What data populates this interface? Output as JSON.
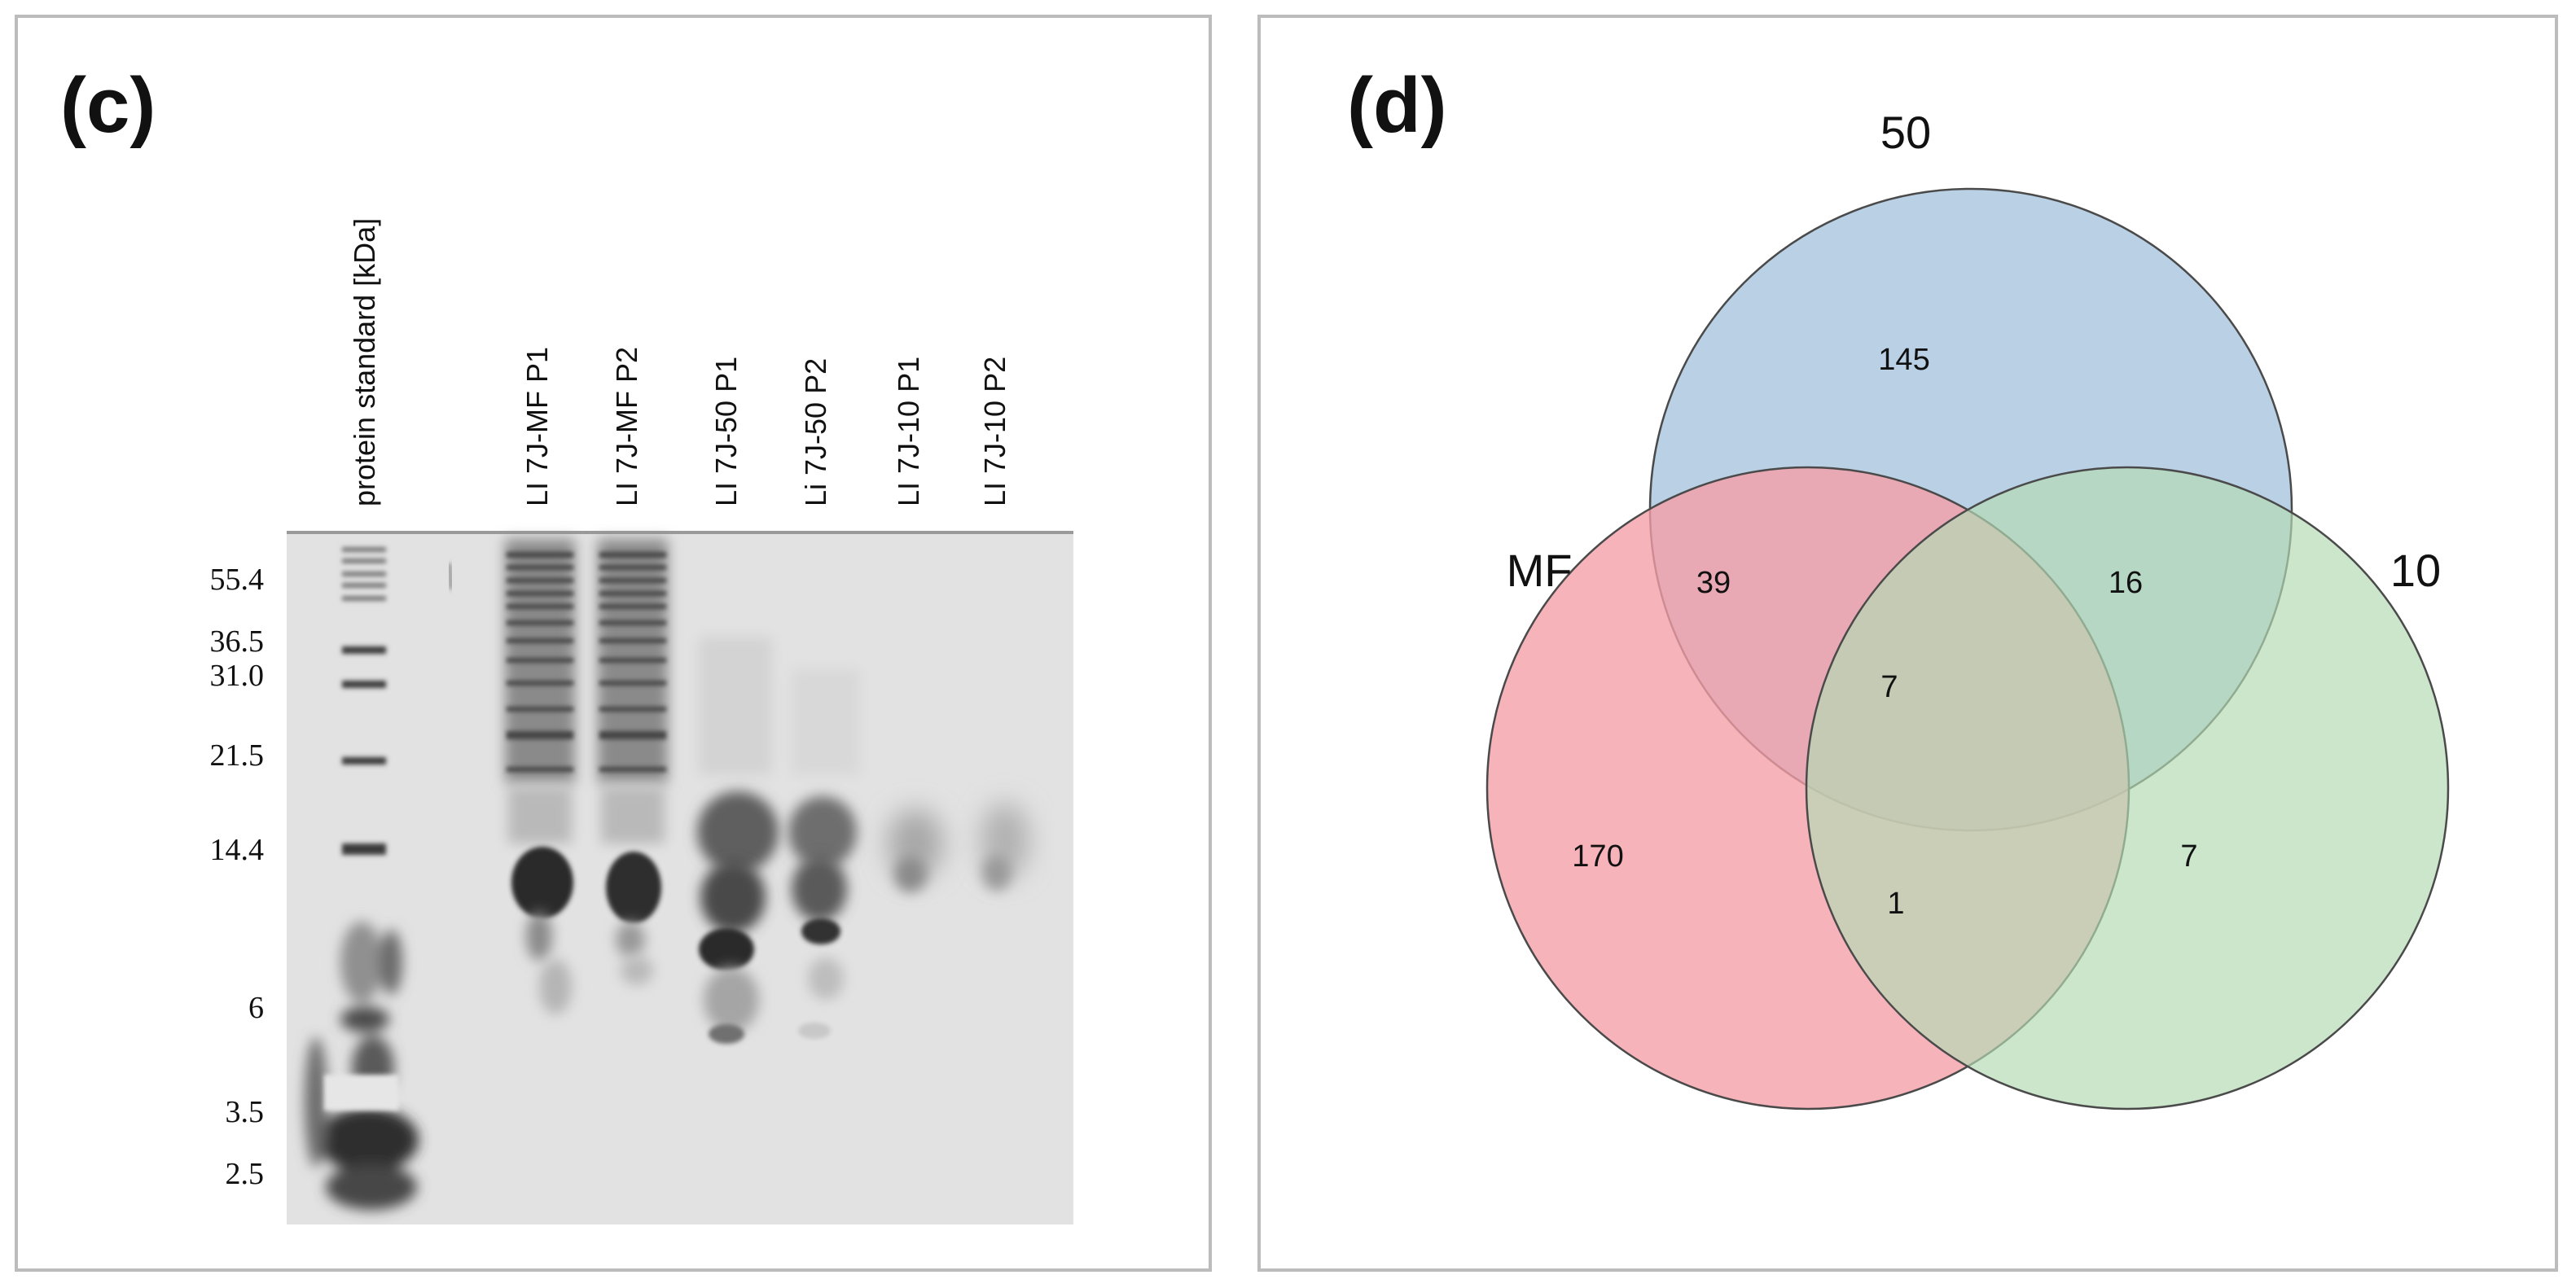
{
  "panel_c": {
    "label": "(c)",
    "lane_labels": [
      "protein standard [kDa]",
      "LI 7J-MF P1",
      "LI 7J-MF P2",
      "LI 7J-50 P1",
      "Li 7J-50 P2",
      "LI 7J-10 P1",
      "LI 7J-10 P2"
    ],
    "marker_labels": [
      "55.4",
      "36.5",
      "31.0",
      "21.5",
      "14.4",
      "6",
      "3.5",
      "2.5"
    ]
  },
  "panel_d": {
    "label": "(d)",
    "sets": {
      "fifty": {
        "name": "50",
        "color": "#a6c3de"
      },
      "mf": {
        "name": "MF",
        "color": "#f59ea6"
      },
      "ten": {
        "name": "10",
        "color": "#b4dab4"
      }
    },
    "regions": {
      "only_50": "145",
      "mf_50": "39",
      "fifty_10": "16",
      "all_three": "7",
      "only_mf": "170",
      "mf_10": "1",
      "only_10": "7"
    }
  }
}
